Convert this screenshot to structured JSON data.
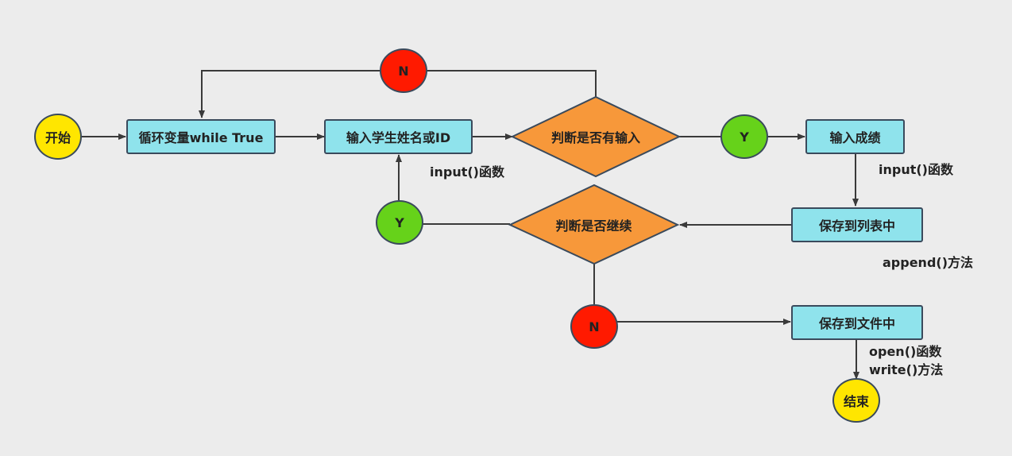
{
  "nodes": {
    "start": "开始",
    "loop": "循环变量while True",
    "input_name": "输入学生姓名或ID",
    "decide_input": "判断是否有输入",
    "top_no": "N",
    "yes_right": "Y",
    "input_score": "输入成绩",
    "save_list": "保存到列表中",
    "decide_continue": "判断是否继续",
    "yes_left": "Y",
    "bottom_no": "N",
    "save_file": "保存到文件中",
    "end": "结束"
  },
  "notes": {
    "input_func_1": "input()函数",
    "input_func_2": "input()函数",
    "append": "append()方法",
    "open": "open()函数",
    "write": "write()方法"
  },
  "colors": {
    "process_fill": "#8fe3ec",
    "decision_fill": "#f7983a",
    "terminal_yellow": "#ffe600",
    "no_red": "#ff1a00",
    "yes_green": "#66d21a",
    "line": "#3a3a3a"
  }
}
